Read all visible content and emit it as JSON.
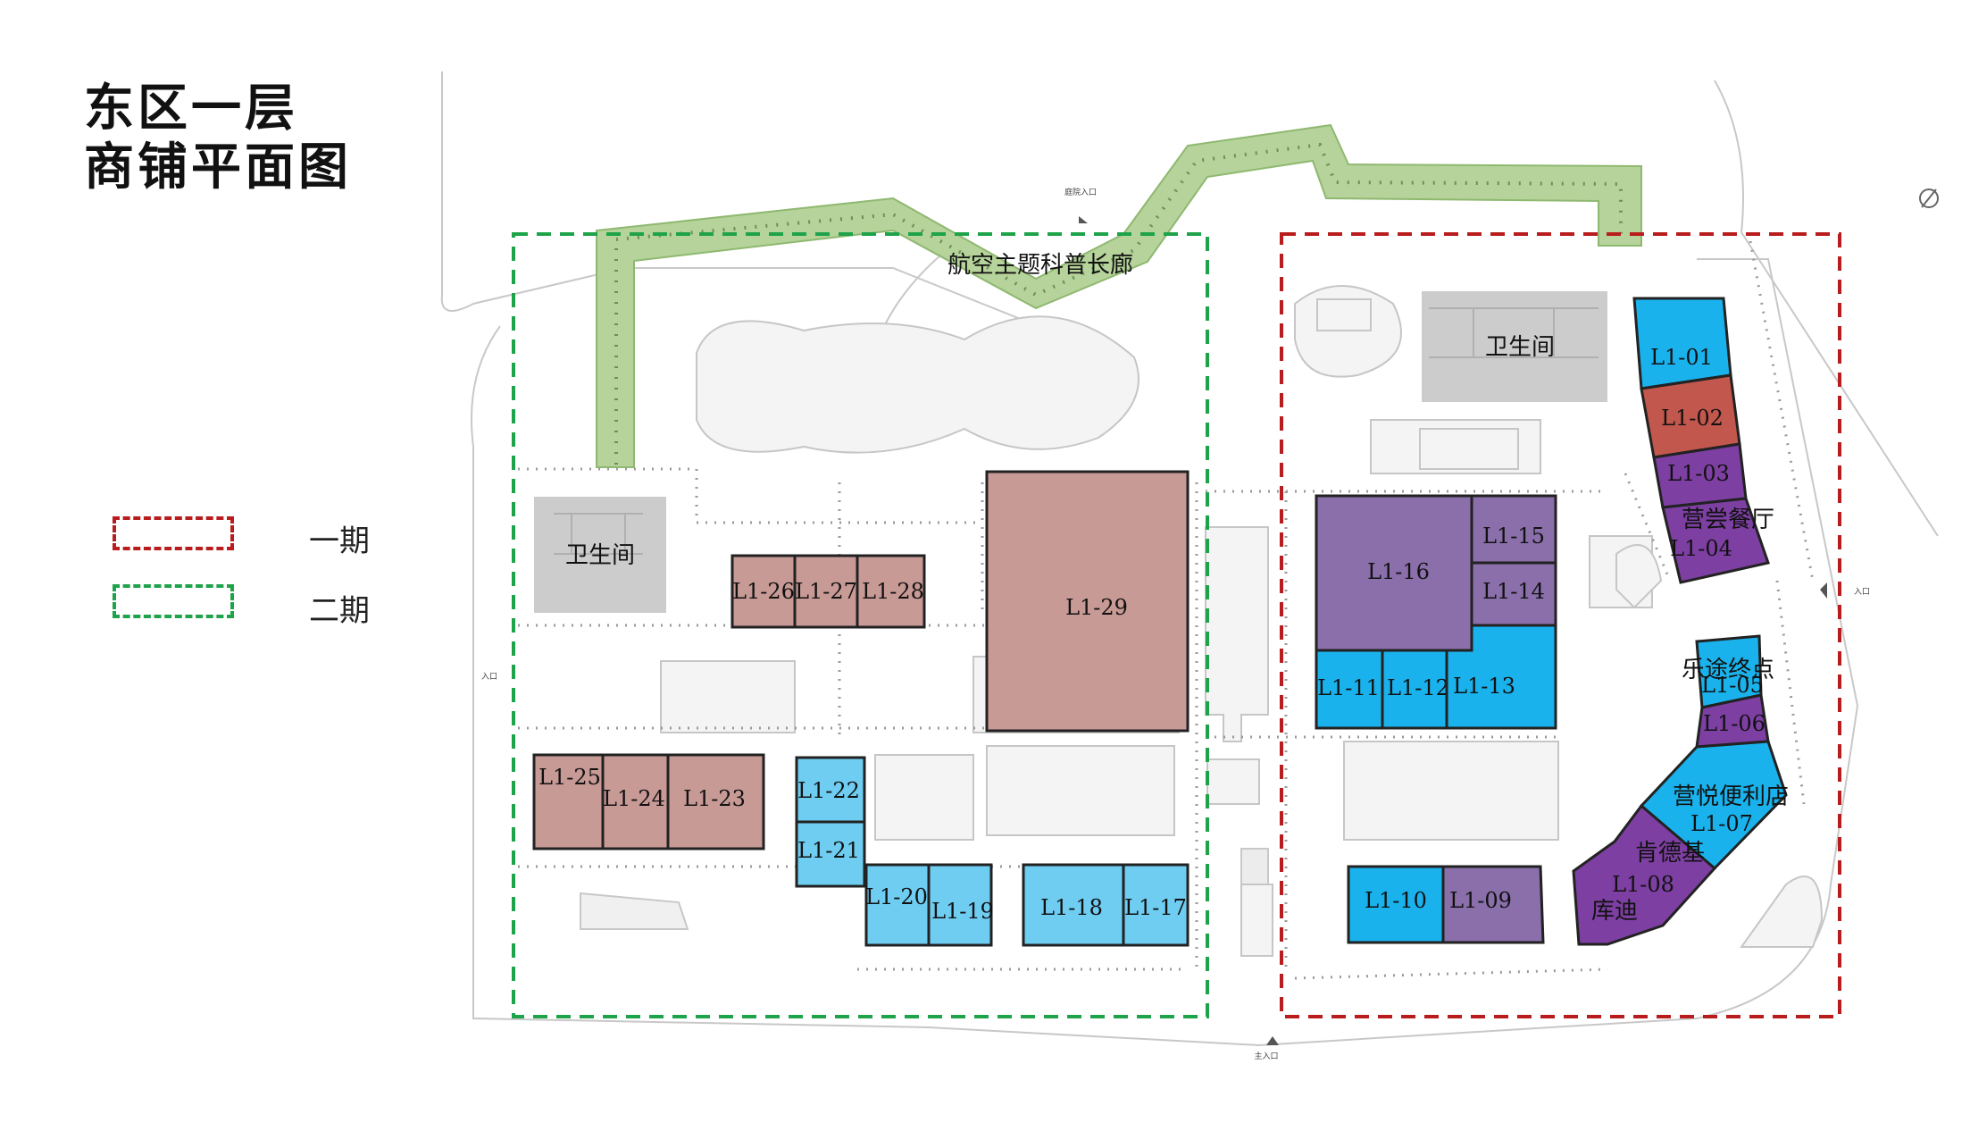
{
  "title": {
    "line1": "东区一层",
    "line2": "商铺平面图"
  },
  "legend": [
    {
      "label": "一期",
      "color": "#b91c1c"
    },
    {
      "label": "二期",
      "color": "#1ea34a"
    }
  ],
  "corridor": {
    "label": "航空主题科普长廊",
    "color": "#b5d39a"
  },
  "restrooms": {
    "west": "卫生间",
    "east": "卫生间"
  },
  "small_labels": {
    "north_entrance": "庭院入口",
    "east_entrance": "入口",
    "west_entrance": "入口",
    "main_entrance": "主入口"
  },
  "colors": {
    "rose": "#c89a96",
    "blue": "#1ab2ec",
    "light_blue": "#6fcdf2",
    "purple": "#8a6fab",
    "purple_dark": "#7d3fa2",
    "red": "#c1574d",
    "gray": "#cccccc",
    "green": "#b5d39a"
  },
  "shops": [
    {
      "id": "L1-01",
      "name": ""
    },
    {
      "id": "L1-02",
      "name": ""
    },
    {
      "id": "L1-03",
      "name": ""
    },
    {
      "id": "L1-04",
      "name": "营尝餐厅"
    },
    {
      "id": "L1-05",
      "name": "乐途终点"
    },
    {
      "id": "L1-06",
      "name": ""
    },
    {
      "id": "L1-07",
      "name": "营悦便利店"
    },
    {
      "id": "L1-08",
      "name": "肯德基"
    },
    {
      "id": "L1-08b",
      "name": "库迪"
    },
    {
      "id": "L1-09",
      "name": ""
    },
    {
      "id": "L1-10",
      "name": ""
    },
    {
      "id": "L1-11",
      "name": ""
    },
    {
      "id": "L1-12",
      "name": ""
    },
    {
      "id": "L1-13",
      "name": ""
    },
    {
      "id": "L1-14",
      "name": ""
    },
    {
      "id": "L1-15",
      "name": ""
    },
    {
      "id": "L1-16",
      "name": ""
    },
    {
      "id": "L1-17",
      "name": ""
    },
    {
      "id": "L1-18",
      "name": ""
    },
    {
      "id": "L1-19",
      "name": ""
    },
    {
      "id": "L1-20",
      "name": ""
    },
    {
      "id": "L1-21",
      "name": ""
    },
    {
      "id": "L1-22",
      "name": ""
    },
    {
      "id": "L1-23",
      "name": ""
    },
    {
      "id": "L1-24",
      "name": ""
    },
    {
      "id": "L1-25",
      "name": ""
    },
    {
      "id": "L1-26",
      "name": ""
    },
    {
      "id": "L1-27",
      "name": ""
    },
    {
      "id": "L1-28",
      "name": ""
    },
    {
      "id": "L1-29",
      "name": ""
    }
  ]
}
